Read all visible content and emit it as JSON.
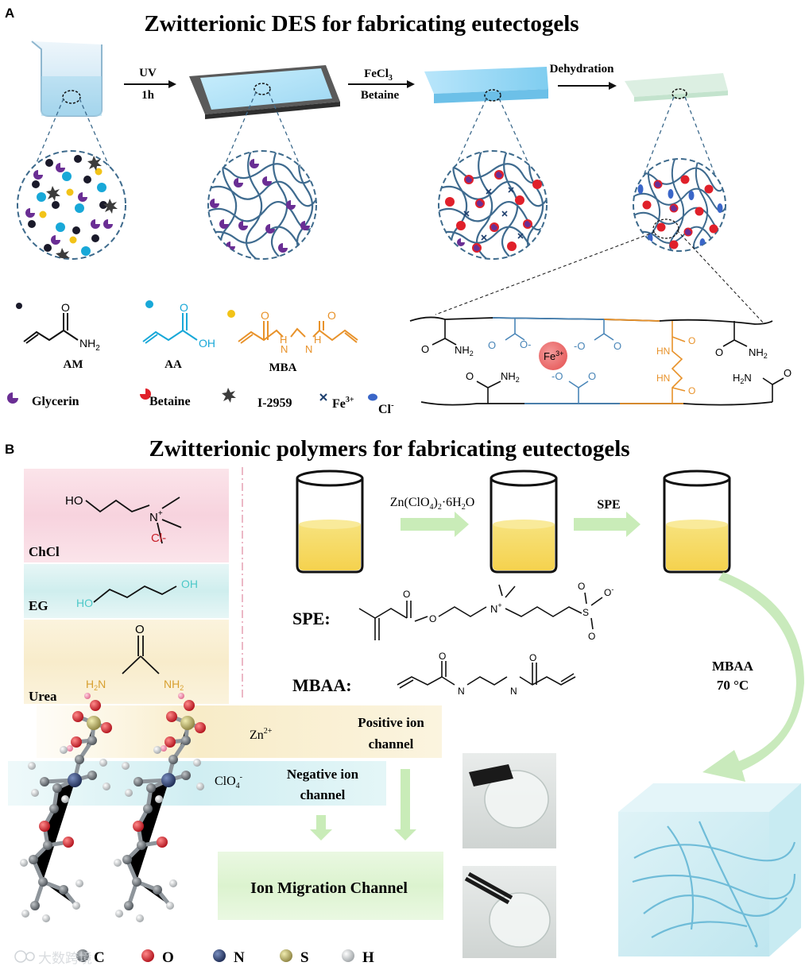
{
  "panel_a": {
    "letter": "A",
    "title": "Zwitterionic DES for fabricating eutectogels",
    "steps": {
      "uv": "UV",
      "time": "1h",
      "fecl": "FeCl",
      "fecl_sub": "3",
      "betaine": "Betaine",
      "dehydration": "Dehydration"
    },
    "legend": {
      "am": "AM",
      "aa": "AA",
      "mba": "MBA",
      "glycerin": "Glycerin",
      "betaine": "Betaine",
      "i2959": "I-2959",
      "fe": "Fe",
      "fe_sup": "3+",
      "cl": "Cl",
      "cl_sup": "-"
    },
    "chem": {
      "o": "O",
      "nh2": "NH",
      "sub2": "2",
      "oh": "OH",
      "h": "H",
      "n": "N",
      "h2n": "H",
      "fe": "Fe",
      "fe_sup": "3+",
      "ominus": "-O",
      "ominus2": "O-",
      "hn": "HN"
    }
  },
  "panel_b": {
    "letter": "B",
    "title": "Zwitterionic polymers for fabricating eutectogels",
    "chcl": "ChCl",
    "eg": "EG",
    "urea": "Urea",
    "ho": "HO",
    "oh": "OH",
    "cl_minus": "Cl-",
    "n_plus": "N",
    "plus": "+",
    "o": "O",
    "h2n": "H",
    "nh2": "NH",
    "sub2": "2",
    "zn_salt": "Zn(ClO",
    "zn_sub4": "4",
    "zn_tail": ")",
    "zn_sub2": "2",
    "zn_water": "·6H",
    "zn_water_sub": "2",
    "zn_o": "O",
    "spe_arrow": "SPE",
    "spe_label": "SPE:",
    "mbaa_label": "MBAA:",
    "mbaa_cond1": "MBAA",
    "mbaa_cond2": "70 °C",
    "zn": "Zn",
    "zn_sup": "2+",
    "clo": "ClO",
    "clo_sub": "4",
    "clo_sup": "-",
    "pos1": "Positive ion",
    "pos2": "channel",
    "neg1": "Negative ion",
    "neg2": "channel",
    "ion_channel": "Ion Migration Channel",
    "s_o": "O",
    "s_minus": "-",
    "nh": "N",
    "atoms": {
      "c": "C",
      "o": "O",
      "n": "N",
      "s": "S",
      "h": "H"
    },
    "watermark": "大数跨境"
  },
  "colors": {
    "dash": "#3d6a8c",
    "network": "#3f6b8f",
    "purple": "#6a2e94",
    "red": "#e0202a",
    "blue": "#18a8d8",
    "yellow": "#f2c318",
    "black": "#1a1a2a",
    "orange": "#e8922a",
    "chain_blue": "#4a86b8",
    "arrow_green": "#b9e6a8"
  }
}
